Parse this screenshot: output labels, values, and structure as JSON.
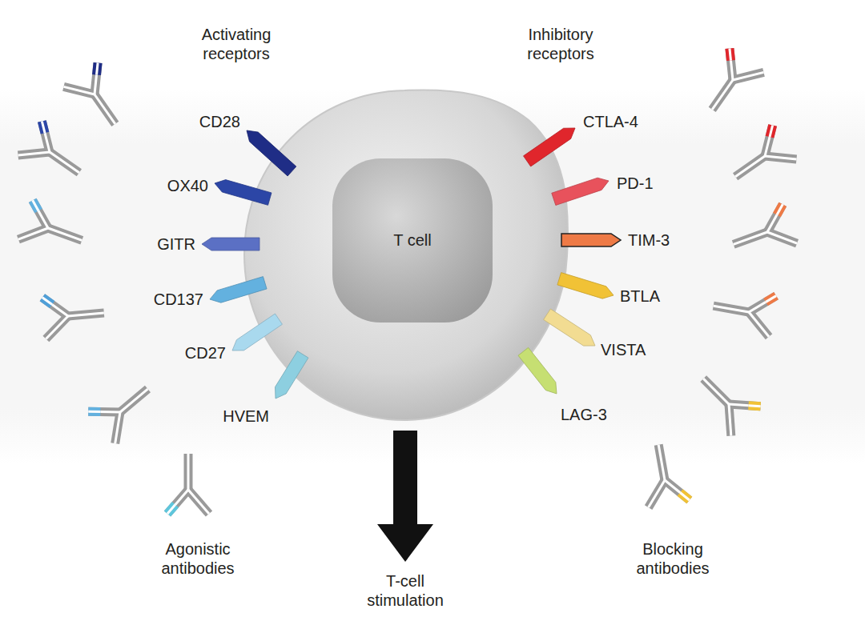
{
  "diagram": {
    "nodes": [
      {
        "text": [
          "T cell"
        ]
      }
    ],
    "labels": [
      "Activating receptors",
      "Inhibitory receptors",
      "CD28",
      "OX40",
      "GITR",
      "CD137",
      "CD27",
      "HVEM",
      "CTLA-4",
      "PD-1",
      "TIM-3",
      "BTLA",
      "VISTA",
      "LAG-3",
      "Agonistic antibodies",
      "T-cell stimulation",
      "Blocking antibodies"
    ]
  }
}
